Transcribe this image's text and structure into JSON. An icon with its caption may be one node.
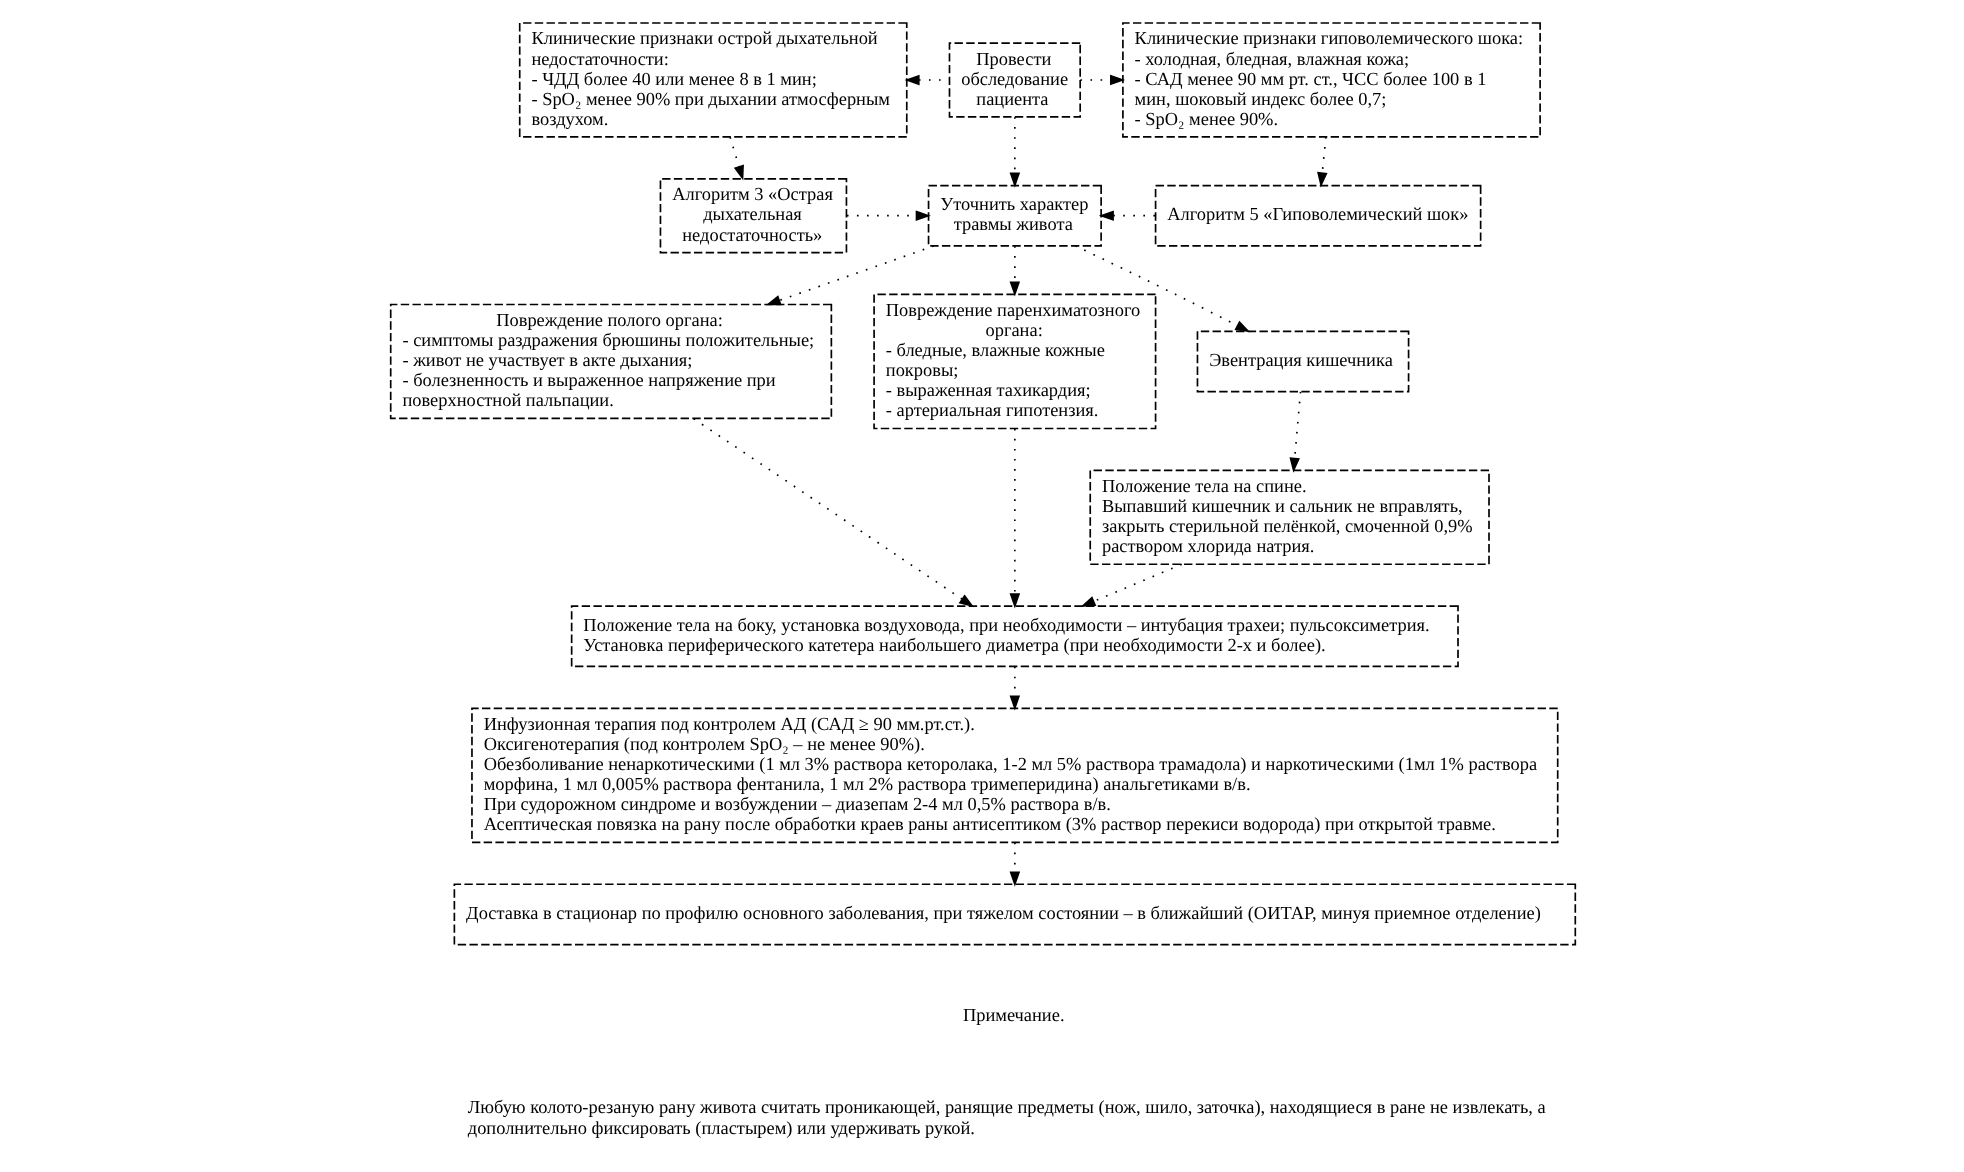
{
  "diagram": {
    "nodes": [
      {
        "text": [
          "Клинические признаки острой дыхательной недостаточности:",
          "- ЧДД более 40 или менее 8 в 1 мин;",
          "- SpO₂ менее 90% при дыхании атмосферным воздухом."
        ]
      },
      {
        "text": [
          "Провести обследование пациента"
        ]
      },
      {
        "text": [
          "Клинические признаки гиповолемического шока:",
          "- холодная, бледная, влажная кожа;",
          "- САД менее 90 мм рт. ст., ЧСС более 100 в 1 мин, шоковый индекс более 0,7;",
          "- SpO₂ менее 90%."
        ]
      },
      {
        "text": [
          "Уточнить характер травмы живота"
        ]
      },
      {
        "text": [
          "Алгоритм 3 «Острая дыхательная недостаточность»"
        ]
      },
      {
        "text": [
          "Алгоритм 5 «Гиповолемический шок»"
        ]
      },
      {
        "text": [
          "Повреждение полого органа:",
          "- симптомы раздражения брюшины положительные;",
          "- живот не участвует в акте дыхания;",
          "- болезненность и выраженное напряжение при поверхностной пальпации."
        ]
      },
      {
        "text": [
          "Повреждение паренхиматозного органа:",
          "- бледные, влажные кожные покровы;",
          "- выраженная тахикардия;",
          "- артериальная гипотензия."
        ]
      },
      {
        "text": [
          "Эвентрация кишечника"
        ]
      },
      {
        "text": [
          "Положение тела на спине.",
          "Выпавший кишечник и сальник не вправлять, закрыть стерильной пелёнкой, смоченной 0,9% раствором хлорида натрия."
        ]
      },
      {
        "text": [
          "Положение тела на боку, установка воздуховода, при необходимости – интубация трахеи; пульсоксиметрия.",
          "Установка периферического катетера наибольшего диаметра (при необходимости 2-х и более)."
        ]
      },
      {
        "text": [
          "Инфузионная терапия под контролем АД (САД ≥ 90 мм.рт.ст.).",
          "Оксигенотерапия (под контролем SpO₂ – не менее 90%).",
          "Обезболивание ненаркотическими (1 мл 3% раствора кеторолака, 1-2 мл 5% раствора трамадола) и наркотическими (1мл 1% раствора морфина, 1 мл 0,005% раствора фентанила, 1 мл 2% раствора тримеперидина) анальгетиками в/в.",
          "При судорожном синдроме и возбуждении – диазепам 2-4 мл 0,5% раствора в/в.",
          "Асептическая повязка на рану после обработки краев раны антисептиком (3% раствор перекиси водорода) при открытой травме."
        ]
      },
      {
        "text": [
          "Доставка в стационар по профилю основного заболевания, при тяжелом состоянии – в ближайший (ОИТАР, минуя приемное отделение)"
        ]
      }
    ],
    "edges": [
      {
        "from": 1,
        "to": 0,
        "arrow": "to"
      },
      {
        "from": 1,
        "to": 2,
        "arrow": "to"
      },
      {
        "from": 1,
        "to": 3,
        "arrow": "to"
      },
      {
        "from": 0,
        "to": 4,
        "arrow": "to"
      },
      {
        "from": 4,
        "to": 3,
        "arrow": "to"
      },
      {
        "from": 2,
        "to": 5,
        "arrow": "to"
      },
      {
        "from": 5,
        "to": 3,
        "arrow": "to"
      },
      {
        "from": 3,
        "to": 6,
        "arrow": "to"
      },
      {
        "from": 3,
        "to": 7,
        "arrow": "to"
      },
      {
        "from": 3,
        "to": 8,
        "arrow": "to"
      },
      {
        "from": 8,
        "to": 9,
        "arrow": "to"
      },
      {
        "from": 6,
        "to": 10,
        "arrow": "to"
      },
      {
        "from": 7,
        "to": 10,
        "arrow": "to"
      },
      {
        "from": 9,
        "to": 10,
        "arrow": "to"
      },
      {
        "from": 10,
        "to": 11,
        "arrow": "to"
      },
      {
        "from": 11,
        "to": 12,
        "arrow": "to"
      }
    ],
    "labels": [
      "Примечание.",
      "Любую колото-резаную рану живота считать проникающей, ранящие предметы (нож, шило, заточка), находящиеся в ране не извлекать, а дополнительно фиксировать (пластырем) или удерживать рукой."
    ]
  }
}
